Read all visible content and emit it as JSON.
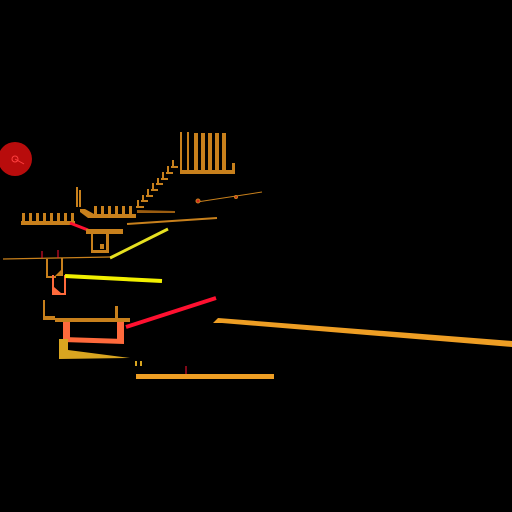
{
  "scene": {
    "kind": "physics-contraption-level",
    "background": "#000000"
  },
  "palette": {
    "wood": "#c8801c",
    "wood_dark": "#9a5c10",
    "gold": "#d9a520",
    "orange": "#ee9e24",
    "yellow": "#e6e020",
    "bright_yellow": "#f2f000",
    "red": "#ff1030",
    "coral": "#ff6a3c",
    "ball_red": "#b80c0c",
    "ball_line": "#ff4040",
    "rope_red": "#d22a1c",
    "olive": "#b88a1e"
  },
  "objects": {
    "ball": {
      "icon": "ball-icon",
      "color": "ball_red"
    },
    "red_ramps": {
      "count": 2,
      "color": "red"
    },
    "yellow_ramps": {
      "count": 2,
      "color": "yellow"
    },
    "long_beam": {
      "color": "orange"
    },
    "stair_steps": {
      "count": 8
    }
  }
}
